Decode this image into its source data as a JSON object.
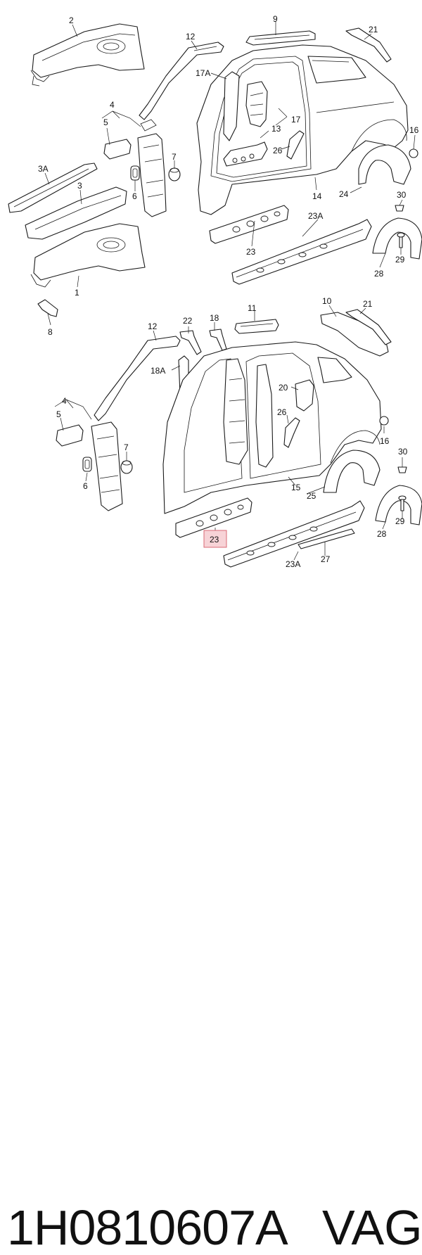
{
  "diagram": {
    "highlight_label": "23",
    "upper_labels": {
      "l2": "2",
      "l9": "9",
      "l21": "21",
      "l12": "12",
      "l17a": "17A",
      "l4": "4",
      "l5": "5",
      "l17": "17",
      "l13": "13",
      "l7": "7",
      "l26": "26",
      "l3a": "3A",
      "l3": "3",
      "l6": "6",
      "l14": "14",
      "l16": "16",
      "l24": "24",
      "l30": "30",
      "l23a": "23A",
      "l23": "23",
      "l28": "28",
      "l29": "29",
      "l1": "1",
      "l8": "8"
    },
    "lower_labels": {
      "l10": "10",
      "l21": "21",
      "l11": "11",
      "l12": "12",
      "l22": "22",
      "l18": "18",
      "l18a": "18A",
      "l20": "20",
      "l4": "4",
      "l5": "5",
      "l26": "26",
      "l7": "7",
      "l16": "16",
      "l6": "6",
      "l30": "30",
      "l15": "15",
      "l25": "25",
      "l29": "29",
      "l28": "28",
      "l23a": "23A",
      "l27": "27"
    }
  },
  "footer": {
    "part_number": "1H0810607A",
    "brand": "VAG"
  }
}
